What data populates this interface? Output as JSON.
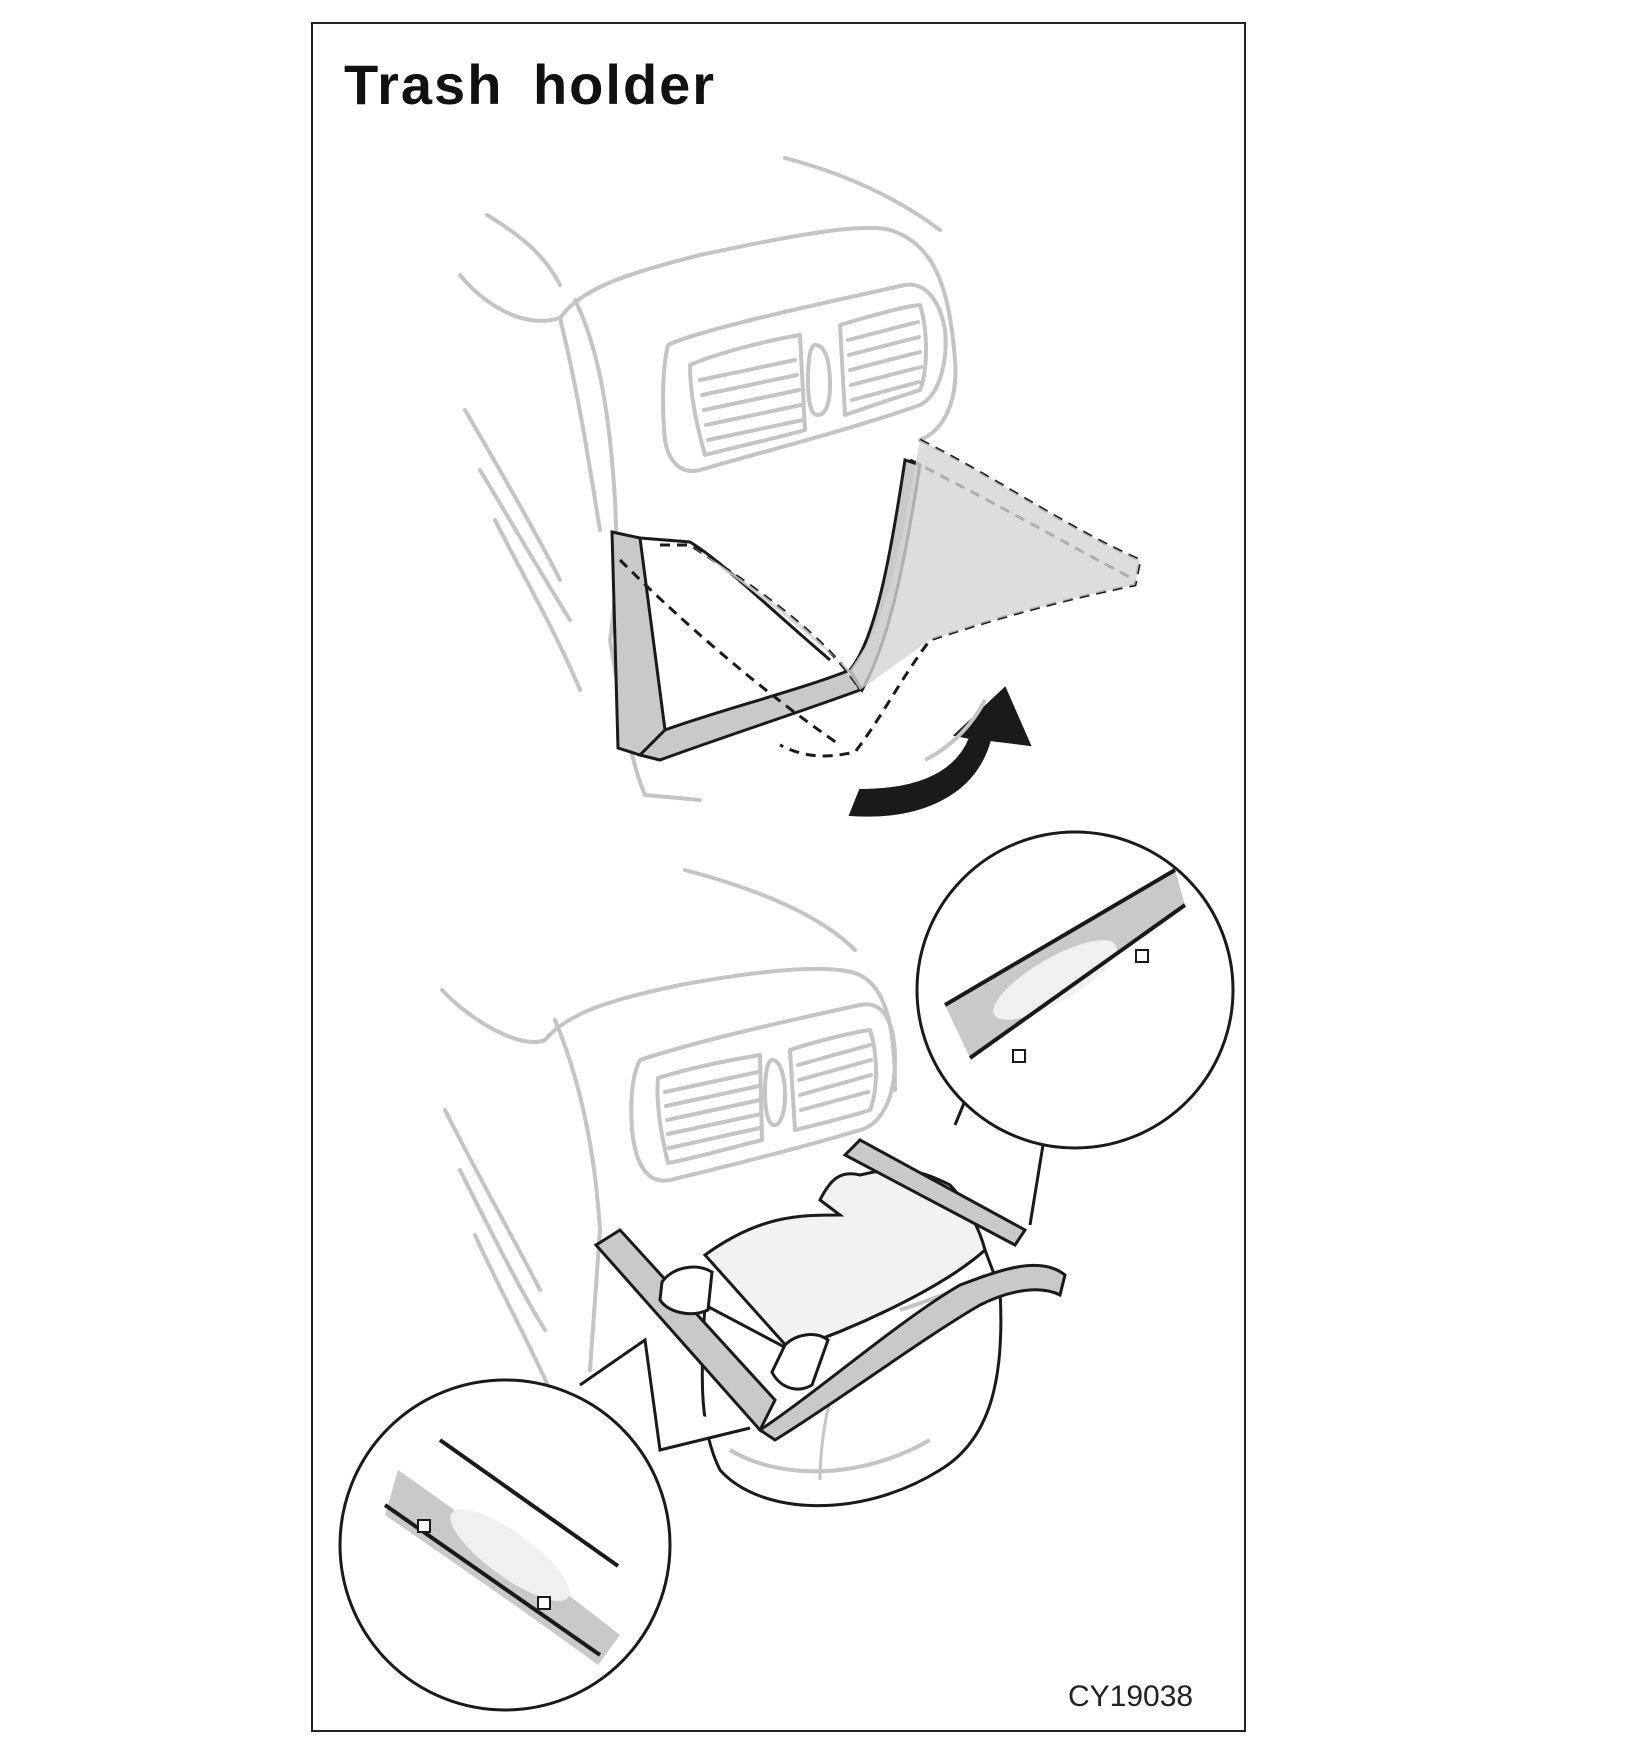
{
  "figure": {
    "title": "Trash holder",
    "code": "CY19038"
  },
  "colors": {
    "outline_light": "#c4c4c4",
    "outline_dark": "#1a1a1a",
    "fill_gray": "#c9c9c9",
    "fill_light": "#e4e4e4",
    "arrow": "#1a1a1a"
  },
  "illustrations": [
    {
      "name": "console-with-folding-frame",
      "note_icon": "curved-arrow-icon"
    },
    {
      "name": "console-with-trash-bag",
      "note_icon": "magnifier-callout-icon"
    }
  ]
}
